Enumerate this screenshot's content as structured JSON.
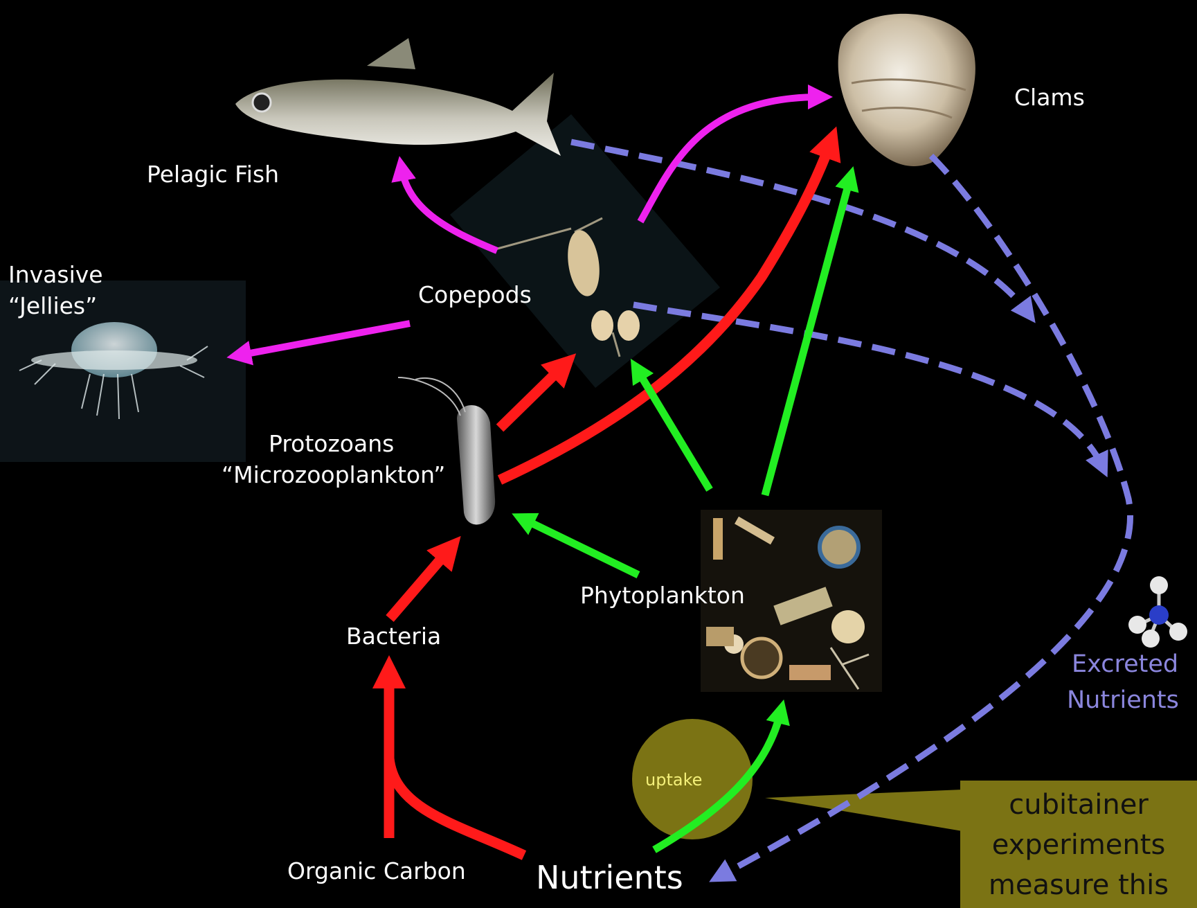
{
  "labels": {
    "pelagic_fish": "Pelagic Fish",
    "clams": "Clams",
    "invasive": "Invasive",
    "jellies": "“Jellies”",
    "copepods": "Copepods",
    "protozoans": "Protozoans",
    "microzooplankton": "“Microzooplankton”",
    "phytoplankton": "Phytoplankton",
    "bacteria": "Bacteria",
    "excreted": "Excreted",
    "nutrients_excreted": "Nutrients",
    "organic_carbon": "Organic Carbon",
    "nutrients": "Nutrients",
    "uptake": "uptake"
  },
  "callout": {
    "line1": "cubitainer",
    "line2": "experiments",
    "line3": "measure this"
  },
  "colors": {
    "background": "#000000",
    "red_flow": "#ff1a1a",
    "green_flow": "#22ee22",
    "magenta_flow": "#ee22ee",
    "excretion_dashed": "#7b7be0",
    "uptake_circle": "#7b7314",
    "callout_box": "#7b7314"
  },
  "icons": [
    "fish-icon",
    "clam-icon",
    "jellyfish-icon",
    "copepod-icon",
    "protozoan-icon",
    "phytoplankton-icon",
    "ammonium-molecule-icon"
  ]
}
